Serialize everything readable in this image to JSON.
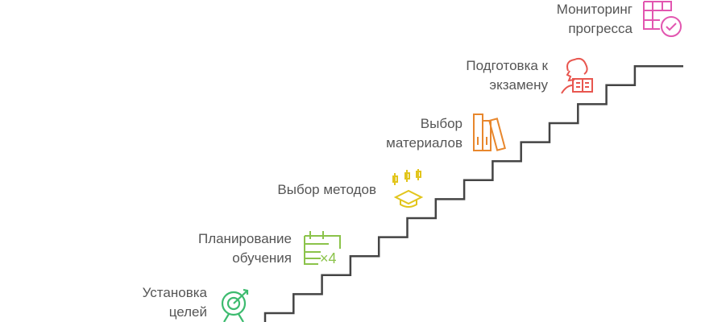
{
  "steps": [
    {
      "label": "Установка целей",
      "line1": "Установка",
      "line2": "целей",
      "color": "#3dbb6f",
      "icon": "target-icon"
    },
    {
      "label": "Планирование обучения",
      "line1": "Планирование",
      "line2": "обучения",
      "color": "#8bc34a",
      "icon": "calendar-icon"
    },
    {
      "label": "Выбор методов",
      "line1": "Выбор методов",
      "color": "#e2c51c",
      "icon": "graduation-cap-icon"
    },
    {
      "label": "Выбор материалов",
      "line1": "Выбор",
      "line2": "материалов",
      "color": "#e8872d",
      "icon": "books-icon"
    },
    {
      "label": "Подготовка к экзамену",
      "line1": "Подготовка к",
      "line2": "экзамену",
      "color": "#e8564f",
      "icon": "reading-person-icon"
    },
    {
      "label": "Мониторинг прогресса",
      "line1": "Мониторинг",
      "line2": "прогресса",
      "color": "#e256b0",
      "icon": "grid-check-icon"
    }
  ],
  "stair_color": "#444444"
}
